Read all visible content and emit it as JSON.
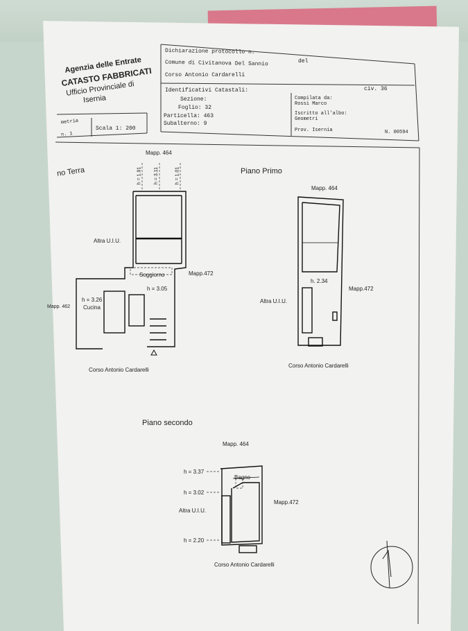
{
  "header": {
    "agency_line1": "Agenzia delle Entrate",
    "agency_line2": "CATASTO FABBRICATI",
    "agency_line3": "Ufficio Provinciale di",
    "agency_line4": "Isernia",
    "decl_label": "Dichiarazione protocollo n.",
    "del_label": "del",
    "comune": "Comune di Civitanova Del Sannio",
    "address": "Corso Antonio Cardarelli",
    "civ": "civ. 36",
    "ident_label": "Identificativi Catastali:",
    "sezione": "Sezione:",
    "foglio": "Foglio: 32",
    "particella": "Particella: 463",
    "subalterno": "Subalterno: 9",
    "compilata_label": "Compilata da:",
    "compilata_name": "Rossi Marco",
    "iscritto_label": "Iscritto all'albo:",
    "iscritto_value": "Geometri",
    "prov": "Prov. Isernia",
    "number": "N. 00594",
    "planimetria": "metria",
    "sheet_no": "n. 1",
    "scala": "Scala 1: 200"
  },
  "plans": {
    "ground": {
      "title": "no Terra",
      "mapp_top": "Mapp. 464",
      "mapp_right": "Mapp.472",
      "mapp_left": "Mapp. 462",
      "altra": "Altra U.I.U.",
      "soggiorno": "Soggiorno",
      "h_soggiorno": "h = 3.05",
      "h_cucina": "h = 3.26",
      "cucina": "Cucina",
      "h1": "h = 1.91",
      "h2": "h = 3.11",
      "h3": "h = 1.01",
      "street": "Corso Antonio Cardarelli"
    },
    "first": {
      "title": "Piano Primo",
      "mapp_top": "Mapp. 464",
      "mapp_right": "Mapp.472",
      "altra": "Altra U.I.U.",
      "h": "h. 2.34",
      "street": "Corso Antonio Cardarelli"
    },
    "second": {
      "title": "Piano secondo",
      "mapp_top": "Mapp. 464",
      "mapp_right": "Mapp.472",
      "altra": "Altra U.I.U.",
      "bagno": "Bagno",
      "h1": "h = 3.37",
      "h2": "h = 3.02",
      "h3": "h = 2.20",
      "street": "Corso Antonio Cardarelli"
    }
  }
}
